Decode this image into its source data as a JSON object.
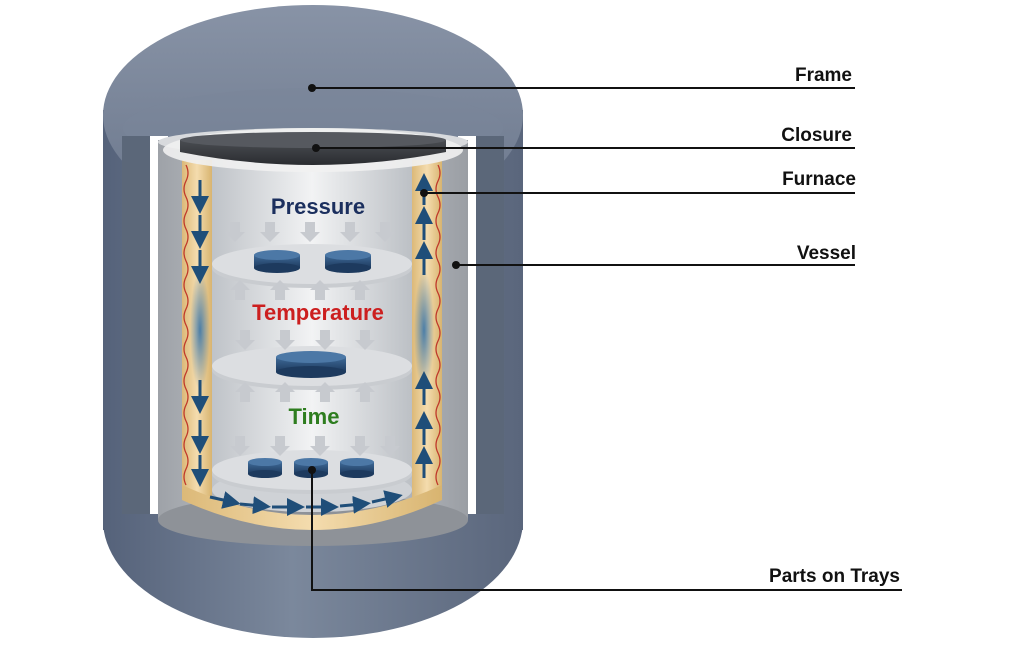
{
  "diagram": {
    "zones": {
      "pressure": {
        "text": "Pressure",
        "color": "#1b2f5e"
      },
      "temperature": {
        "text": "Temperature",
        "color": "#cc1f1f"
      },
      "time": {
        "text": "Time",
        "color": "#2e7d1f"
      }
    },
    "callouts": {
      "frame": "Frame",
      "closure": "Closure",
      "furnace": "Furnace",
      "vessel": "Vessel",
      "parts": "Parts on Trays"
    },
    "colors": {
      "frame": "#6d7a8e",
      "vessel": "#b9bcc0",
      "furnace_lining": "#e9c98f",
      "heating_wire": "#c0392b",
      "gas_flow": "#1f4e79",
      "parts": "#24476f"
    }
  }
}
